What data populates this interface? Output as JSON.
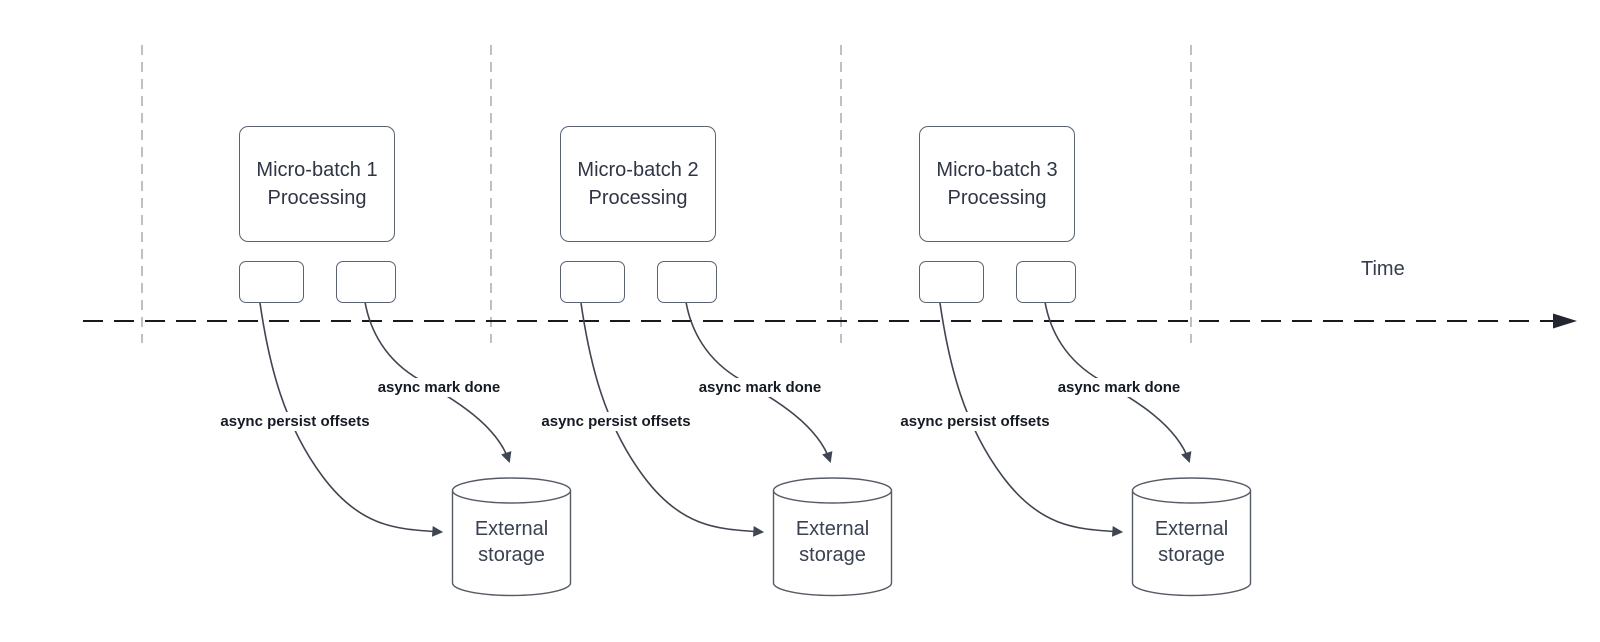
{
  "diagram": {
    "time_label": "Time",
    "groups": [
      {
        "title": "Micro-batch 1 Processing",
        "persist_label": "async persist offsets",
        "done_label": "async mark done",
        "storage_label": "External storage"
      },
      {
        "title": "Micro-batch 2 Processing",
        "persist_label": "async persist offsets",
        "done_label": "async mark done",
        "storage_label": "External storage"
      },
      {
        "title": "Micro-batch 3 Processing",
        "persist_label": "async persist offsets",
        "done_label": "async mark done",
        "storage_label": "External storage"
      }
    ],
    "colors": {
      "background": "#ffffff",
      "time_axis_line": "#17191e",
      "divider_line": "#a9abb0",
      "shape_stroke": "#565c66",
      "arrow_stroke": "#3f4551",
      "box_text": "#2f3545",
      "bold_label_text": "#151a24"
    }
  }
}
